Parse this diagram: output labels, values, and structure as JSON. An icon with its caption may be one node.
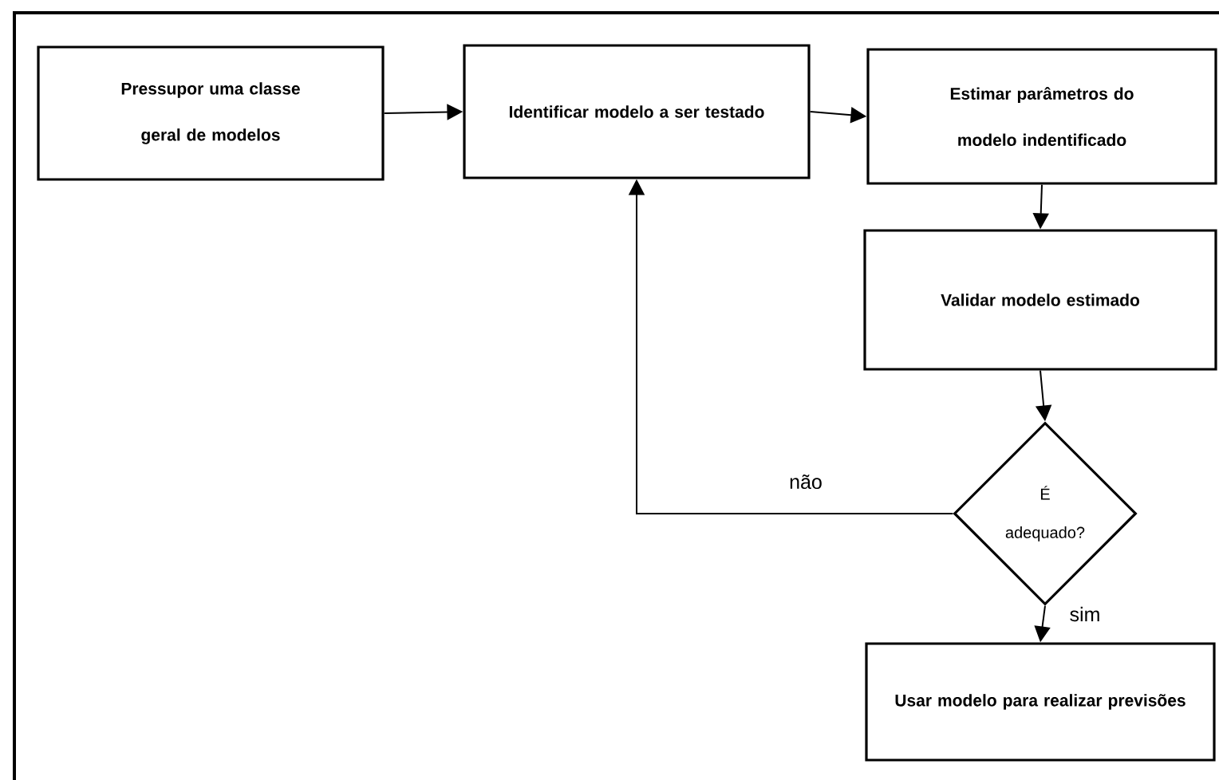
{
  "diagram": {
    "nodes": [
      {
        "text": [
          "Pressupor uma classe geral de modelos"
        ]
      },
      {
        "text": [
          "Identificar modelo a ser testado"
        ]
      },
      {
        "text": [
          "Estimar parâmetros do modelo indentificado"
        ]
      },
      {
        "text": [
          "Validar modelo estimado"
        ]
      },
      {
        "text": [
          "É adequado?"
        ]
      },
      {
        "text": [
          "Usar modelo para realizar previsões"
        ]
      }
    ],
    "edges": [
      {
        "from": 0,
        "to": 1,
        "arrow": "to"
      },
      {
        "from": 1,
        "to": 2,
        "arrow": "to"
      },
      {
        "from": 2,
        "to": 3,
        "arrow": "to"
      },
      {
        "from": 3,
        "to": 4,
        "arrow": "to"
      },
      {
        "from": 4,
        "to": 1,
        "arrow": "to",
        "label": "não"
      },
      {
        "from": 4,
        "to": 5,
        "arrow": "to",
        "label": "sim"
      }
    ]
  }
}
